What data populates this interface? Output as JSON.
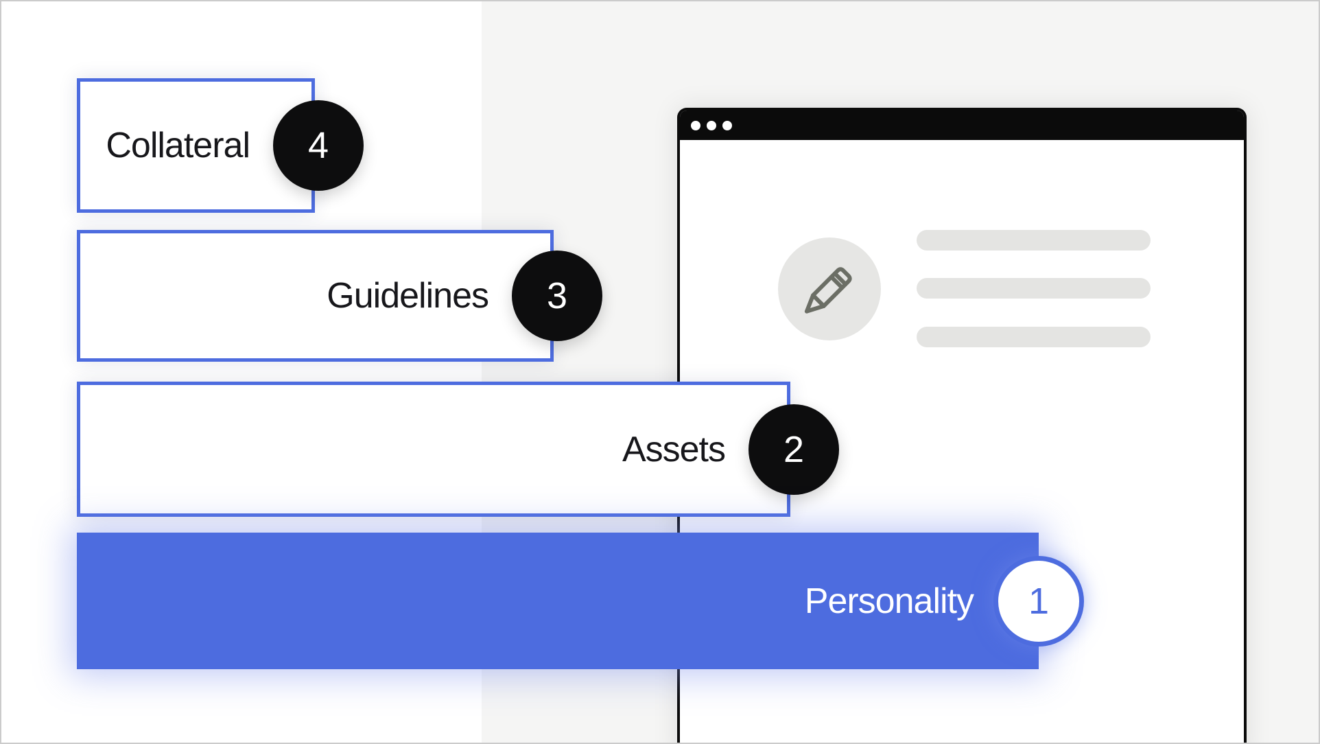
{
  "layers": [
    {
      "label": "Collateral",
      "badge": "4",
      "style": "white-outlined",
      "badge_style": "black-circle"
    },
    {
      "label": "Guidelines",
      "badge": "3",
      "style": "white-outlined",
      "badge_style": "black-circle"
    },
    {
      "label": "Assets",
      "badge": "2",
      "style": "white-outlined",
      "badge_style": "black-circle"
    },
    {
      "label": "Personality",
      "badge": "1",
      "style": "filled-blue",
      "badge_style": "white-circle-blue-border"
    }
  ],
  "browser_window": {
    "dot_count": 3,
    "icon": "pencil-icon",
    "placeholder_line_count": 3
  },
  "colors": {
    "accent": "#4d6cdf",
    "badge_black": "#0d0d0e",
    "band": "#f5f5f4",
    "placeholder": "#e4e4e2",
    "titlebar": "#0b0b0b",
    "pencil": "#6b6e65",
    "text_dark": "#17171b",
    "frame_border": "#cbcbcb"
  }
}
